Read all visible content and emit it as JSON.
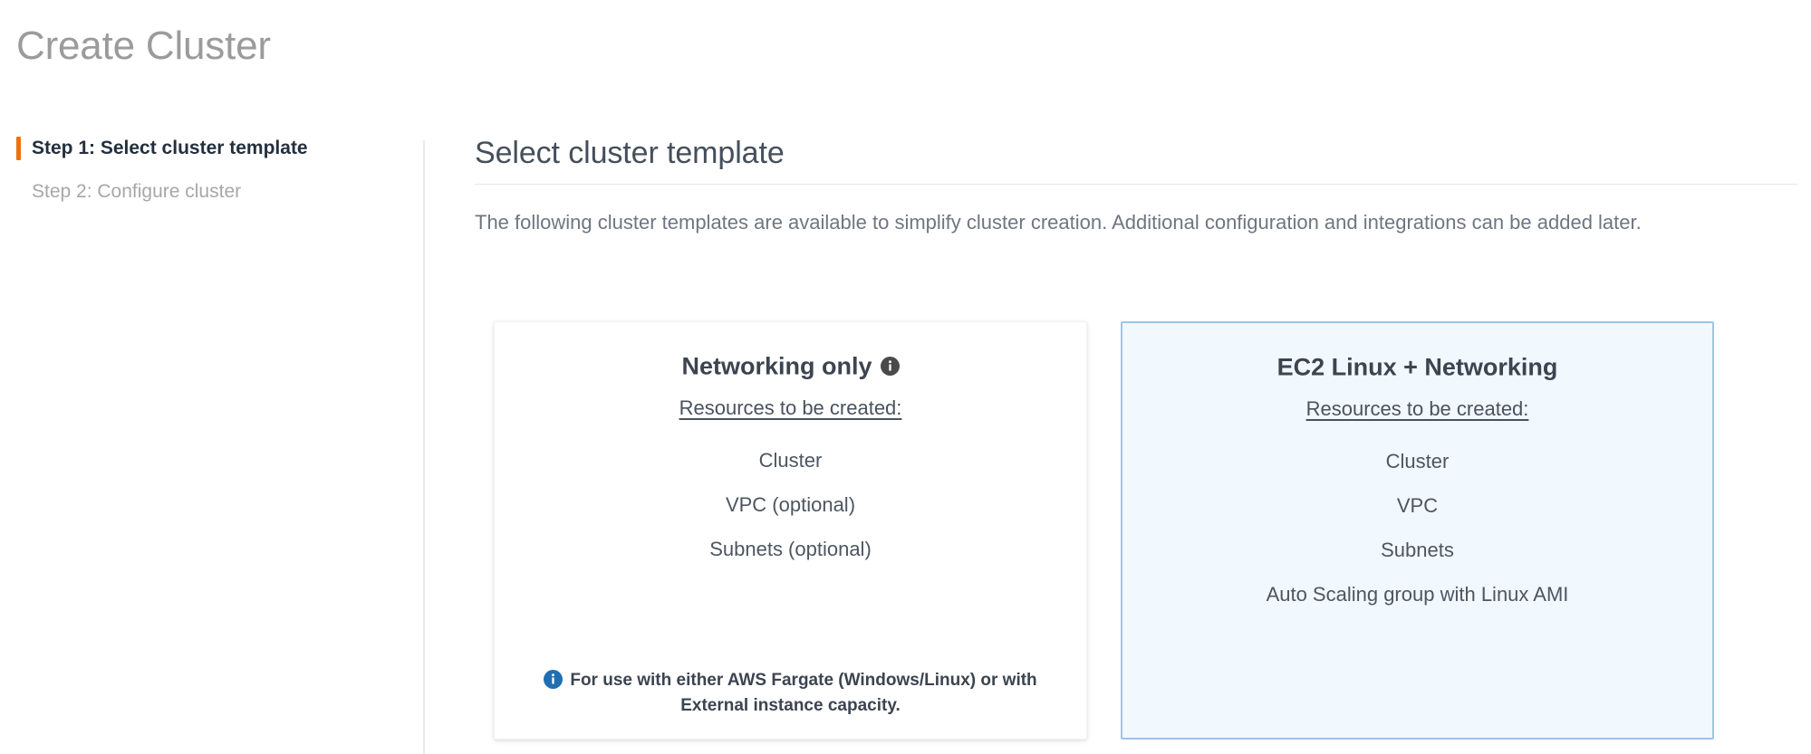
{
  "page": {
    "title": "Create Cluster"
  },
  "wizard": {
    "steps": [
      {
        "label": "Step 1: Select cluster template",
        "state": "active"
      },
      {
        "label": "Step 2: Configure cluster",
        "state": "inactive"
      }
    ],
    "active_marker_color": "#ec7211"
  },
  "main": {
    "section_title": "Select cluster template",
    "description": "The following cluster templates are available to simplify cluster creation. Additional configuration and integrations can be added later."
  },
  "cards": [
    {
      "id": "networking-only",
      "title": "Networking only",
      "has_title_info_icon": true,
      "title_info_icon": "info-icon",
      "subtitle": "Resources to be created:",
      "resources": [
        "Cluster",
        "VPC (optional)",
        "Subnets (optional)"
      ],
      "footnote_icon": "info-icon",
      "footnote": "For use with either AWS Fargate (Windows/Linux) or with External instance capacity.",
      "selected": false
    },
    {
      "id": "ec2-linux-networking",
      "title": "EC2 Linux + Networking",
      "has_title_info_icon": false,
      "subtitle": "Resources to be created:",
      "resources": [
        "Cluster",
        "VPC",
        "Subnets",
        "Auto Scaling group with Linux AMI"
      ],
      "footnote": "",
      "selected": true
    }
  ],
  "colors": {
    "accent_orange": "#ec7211",
    "selected_card_bg": "#f1f8fe",
    "selected_card_border": "#9fc4e8",
    "info_blue": "#1f6fb2",
    "title_gray": "#9b9b9b"
  }
}
